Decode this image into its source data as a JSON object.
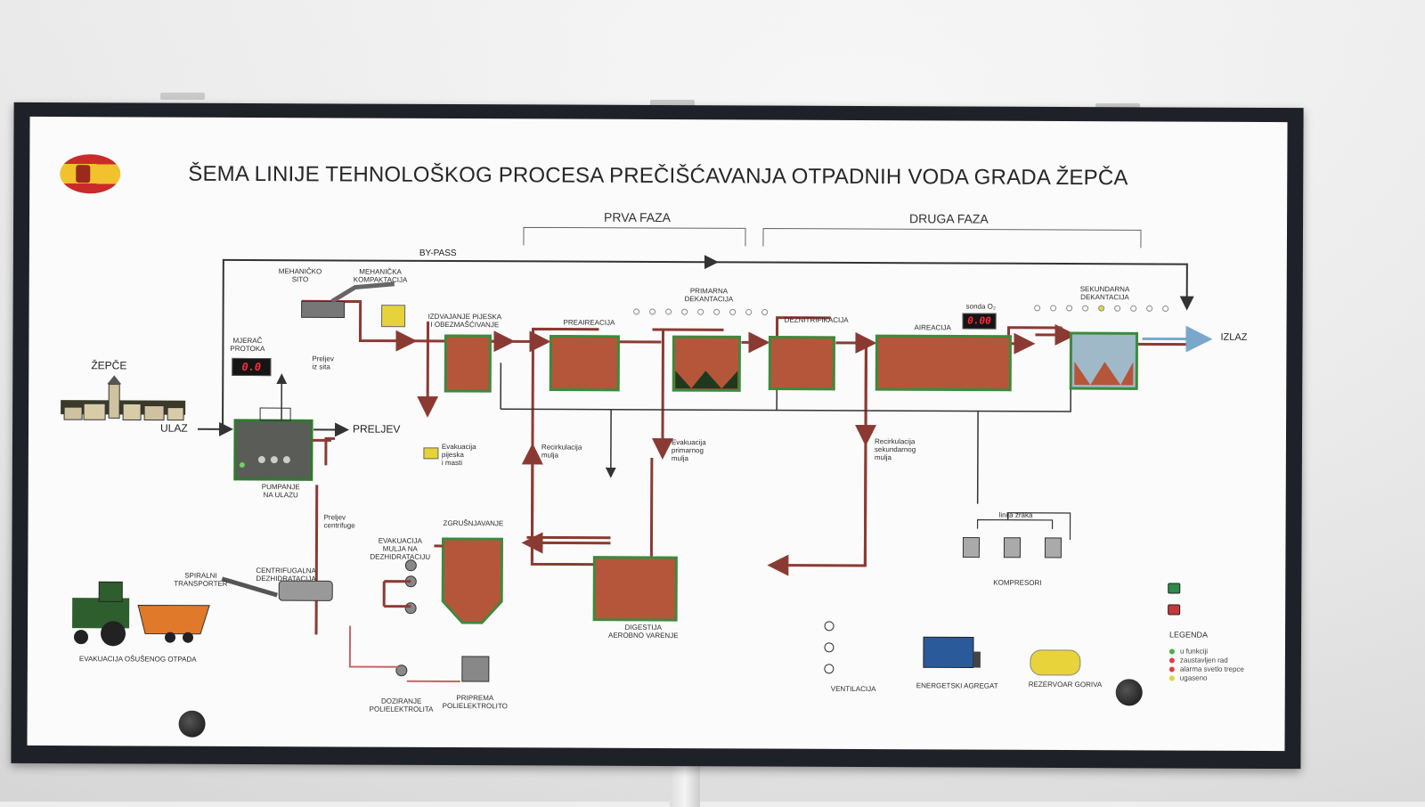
{
  "title": "ŠEMA LINIJE TEHNOLOŠKOG PROCESA PREČIŠĆAVANJA OTPADNIH VODA GRADA ŽEPČA",
  "phases": {
    "first": "PRVA FAZA",
    "second": "DRUGA FAZA"
  },
  "flow": {
    "bypass": "BY-PASS",
    "town": "ŽEPČE",
    "inlet": "ULAZ",
    "overflow": "PRELJEV",
    "outlet": "IZLAZ"
  },
  "displays": {
    "flow_meter_label": "MJERAČ\nPROTOKA",
    "flow_meter_value": "0.0",
    "oxygen_probe_label": "sonda O₂",
    "oxygen_value": "0.00"
  },
  "stages": {
    "screen": "MEHANIČKO\nSITO",
    "compaction": "MEHANIČKA\nKOMPAKTACIJA",
    "screen_overflow": "Preljev\niz sita",
    "grit": "IZDVAJANJE PIJESKA\nI OBEZMAŠĆIVANJE",
    "grit_evac": "Evakuacija\npijeska\ni masti",
    "preaeration": "PREAIREACIJA",
    "primary": "PRIMARNA\nDEKANTACIJA",
    "denitrification": "DEZNITRIFIKACIJA",
    "aeration": "AIREACIJA",
    "secondary": "SEKUNDARNA\nDEKANTACIJA",
    "inlet_pumping": "PUMPANJE\nNA ULAZU",
    "sludge_recirc": "Recirkulacija\nmulja",
    "primary_sludge_evac": "Evakuacija\nprimarnog\nmulja",
    "secondary_recirc": "Recirkulacija\nsekundarnog\nmulja",
    "thickening": "ZGRUŠNJAVANJE",
    "digestion": "DIGESTIJA\nAEROBNO VARENJE",
    "sludge_dewater_evac": "EVAKUACIJA\nMULJA NA\nDEZHIDRATACIJU",
    "centrifuge": "CENTRIFUGALNA\nDEZHIDRATACIJA",
    "centrifuge_overflow": "Preljev\ncentrifuge",
    "spiral": "SPIRALNI\nTRANSPORTER",
    "dry_waste": "EVAKUACIJA OŠUŠENOG OTPADA",
    "poly_dosing": "DOZIRANJE\nPOLIELEKTROLITA",
    "poly_prep": "PRIPREMA\nPOLIELEKTROLITO",
    "air_line": "linija zraka",
    "compressors": "KOMPRESORI",
    "ventilation": "VENTILACIJA",
    "generator": "ENERGETSKI AGREGAT",
    "fuel_tank": "REZERVOAR GORIVA"
  },
  "legend": {
    "title": "LEGENDA",
    "items": [
      {
        "label": "u funkciji",
        "color": "#46b04a"
      },
      {
        "label": "zaustavljen rad",
        "color": "#e04040"
      },
      {
        "label": "alarma svetlo trepce",
        "color": "#e04040"
      },
      {
        "label": "ugaseno",
        "color": "#e8d33a"
      }
    ]
  },
  "colors": {
    "pipe": "#8b3a33",
    "tank_fill": "#b5563a",
    "tank_border": "#3d8a3d",
    "water_out": "#8bb8d8",
    "line": "#333333"
  }
}
